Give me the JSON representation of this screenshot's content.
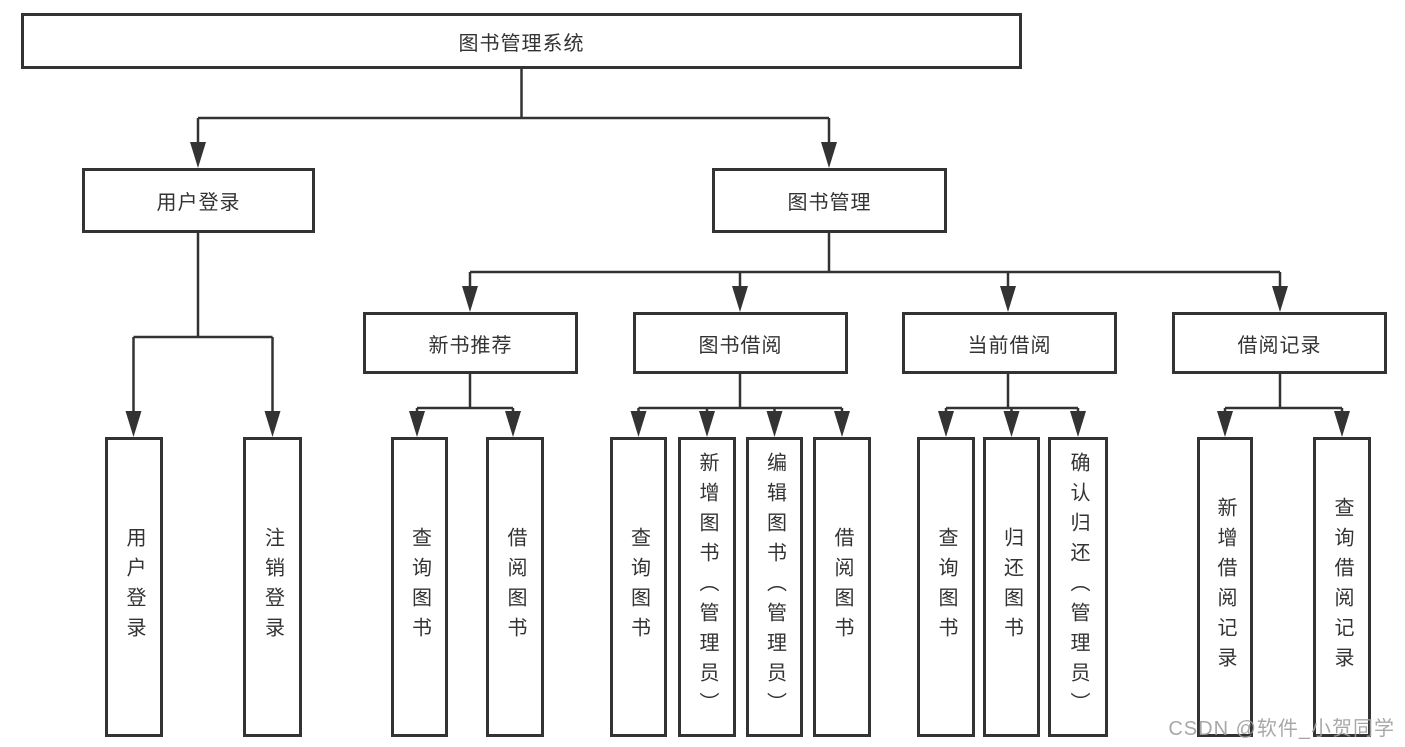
{
  "diagram_title": "图书管理系统",
  "colors": {
    "line": "#333333",
    "box_border": "#333333",
    "text": "#333333",
    "background": "#ffffff",
    "watermark": "#9e9e9e"
  },
  "nodes": {
    "root": "图书管理系统",
    "user_login": "用户登录",
    "book_mgmt": "图书管理",
    "new_book": "新书推荐",
    "book_borrow": "图书借阅",
    "current_borrow": "当前借阅",
    "borrow_record": "借阅记录",
    "leaf_user_login": "用户登录",
    "leaf_logout": "注销登录",
    "leaf_nb_query": "查询图书",
    "leaf_nb_borrow": "借阅图书",
    "leaf_bb_query": "查询图书",
    "leaf_bb_add": "新增图书（管理员）",
    "leaf_bb_edit": "编辑图书（管理员）",
    "leaf_bb_borrow": "借阅图书",
    "leaf_cb_query": "查询图书",
    "leaf_cb_return": "归还图书",
    "leaf_cb_confirm": "确认归还（管理员）",
    "leaf_br_add": "新增借阅记录",
    "leaf_br_query": "查询借阅记录"
  },
  "watermark": {
    "text": "CSDN @软件_小贺同学"
  }
}
